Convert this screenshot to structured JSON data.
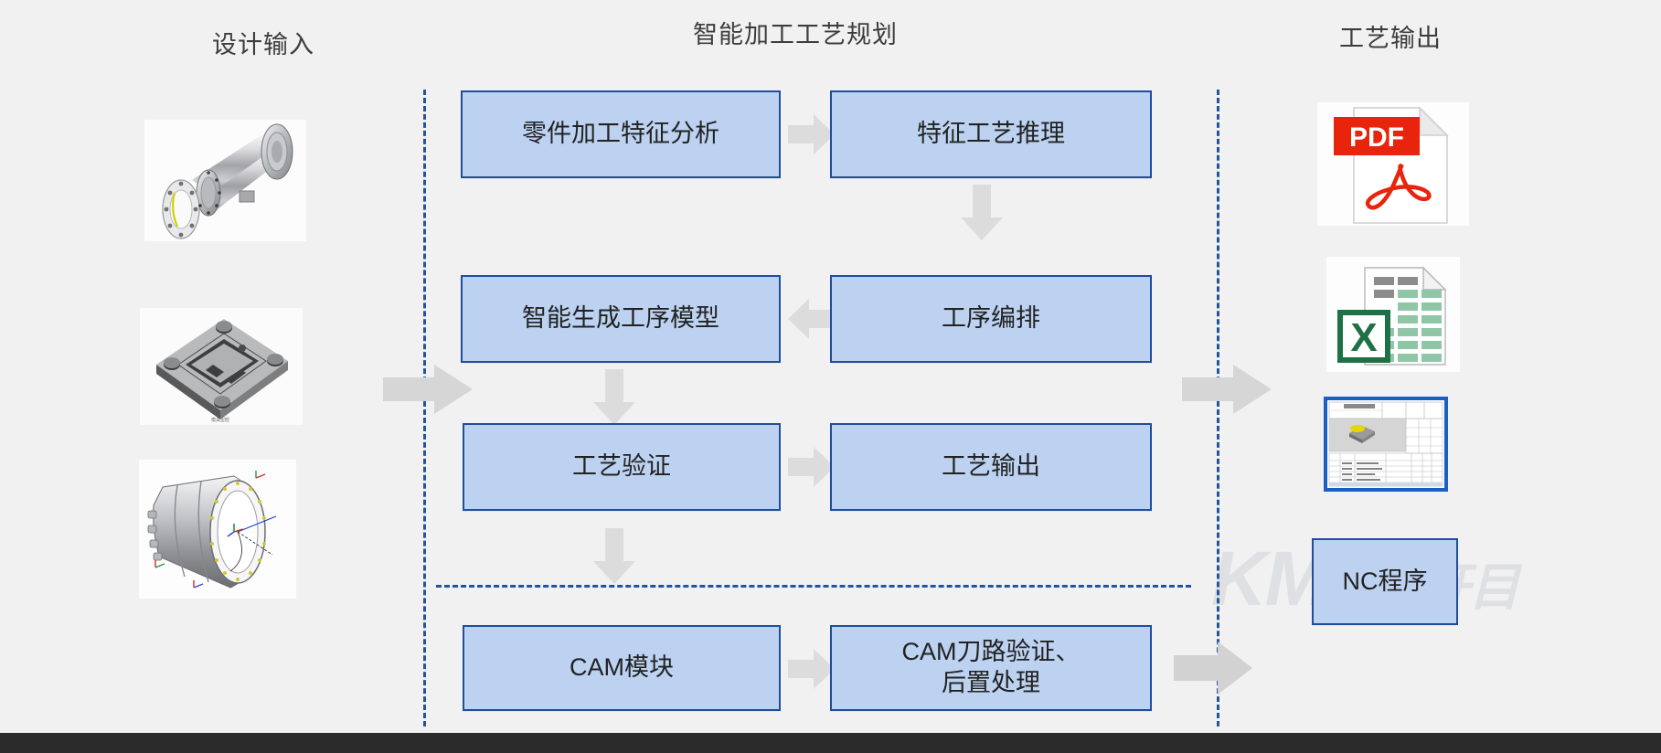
{
  "columns": {
    "input_title": "设计输入",
    "center_title": "智能加工工艺规划",
    "output_title": "工艺输出"
  },
  "watermark": {
    "main": "KM",
    "sub": "Soft开目"
  },
  "process_boxes": [
    {
      "id": "feature-analysis",
      "label": "零件加工特征分析"
    },
    {
      "id": "feature-reasoning",
      "label": "特征工艺推理"
    },
    {
      "id": "operation-model",
      "label": "智能生成工序模型"
    },
    {
      "id": "operation-sequence",
      "label": "工序编排"
    },
    {
      "id": "process-validation",
      "label": "工艺验证"
    },
    {
      "id": "process-output",
      "label": "工艺输出"
    },
    {
      "id": "cam-module",
      "label": "CAM模块"
    },
    {
      "id": "cam-verify",
      "label": "CAM刀路验证、\n后置处理"
    },
    {
      "id": "nc-program",
      "label": "NC程序"
    }
  ],
  "box_labels": {
    "feature_analysis": "零件加工特征分析",
    "feature_reasoning": "特征工艺推理",
    "operation_model": "智能生成工序模型",
    "operation_sequence": "工序编排",
    "process_validation": "工艺验证",
    "process_output": "工艺输出",
    "cam_module": "CAM模块",
    "cam_verify_line1": "CAM刀路验证、",
    "cam_verify_line2": "后置处理",
    "nc_program": "NC程序"
  },
  "input_items": [
    {
      "name": "shaft-housing-3d-model",
      "caption": ""
    },
    {
      "name": "mold-plate-3d-model",
      "caption": ""
    },
    {
      "name": "casing-assembly-3d-model",
      "caption": ""
    }
  ],
  "output_items": [
    {
      "name": "pdf-file-icon",
      "label": "PDF"
    },
    {
      "name": "excel-file-icon",
      "label": "X"
    },
    {
      "name": "process-sheet-drawing-icon",
      "label": ""
    },
    {
      "name": "nc-program-box",
      "label": "NC程序"
    }
  ],
  "icons": {
    "pdf_badge": "PDF",
    "excel_badge": "X"
  },
  "colors": {
    "box_fill": "#bcd2f0",
    "box_border": "#1f4e9c",
    "dashed_line": "#24549c",
    "arrow": "#d6d6d6",
    "background": "#f1f1f1",
    "pdf_red": "#e8240c",
    "excel_green": "#1e7145",
    "title_text": "#3d3d3d"
  },
  "arrows": [
    {
      "name": "arrow-input-to-center",
      "direction": "right"
    },
    {
      "name": "arrow-analysis-to-reasoning",
      "direction": "right"
    },
    {
      "name": "arrow-reasoning-to-sequence",
      "direction": "down"
    },
    {
      "name": "arrow-sequence-to-model",
      "direction": "left"
    },
    {
      "name": "arrow-model-to-validation",
      "direction": "down"
    },
    {
      "name": "arrow-validation-to-output",
      "direction": "right"
    },
    {
      "name": "arrow-validation-to-cam",
      "direction": "down"
    },
    {
      "name": "arrow-cam-to-verify",
      "direction": "right"
    },
    {
      "name": "arrow-center-to-output",
      "direction": "right"
    },
    {
      "name": "arrow-verify-to-nc",
      "direction": "right"
    }
  ]
}
